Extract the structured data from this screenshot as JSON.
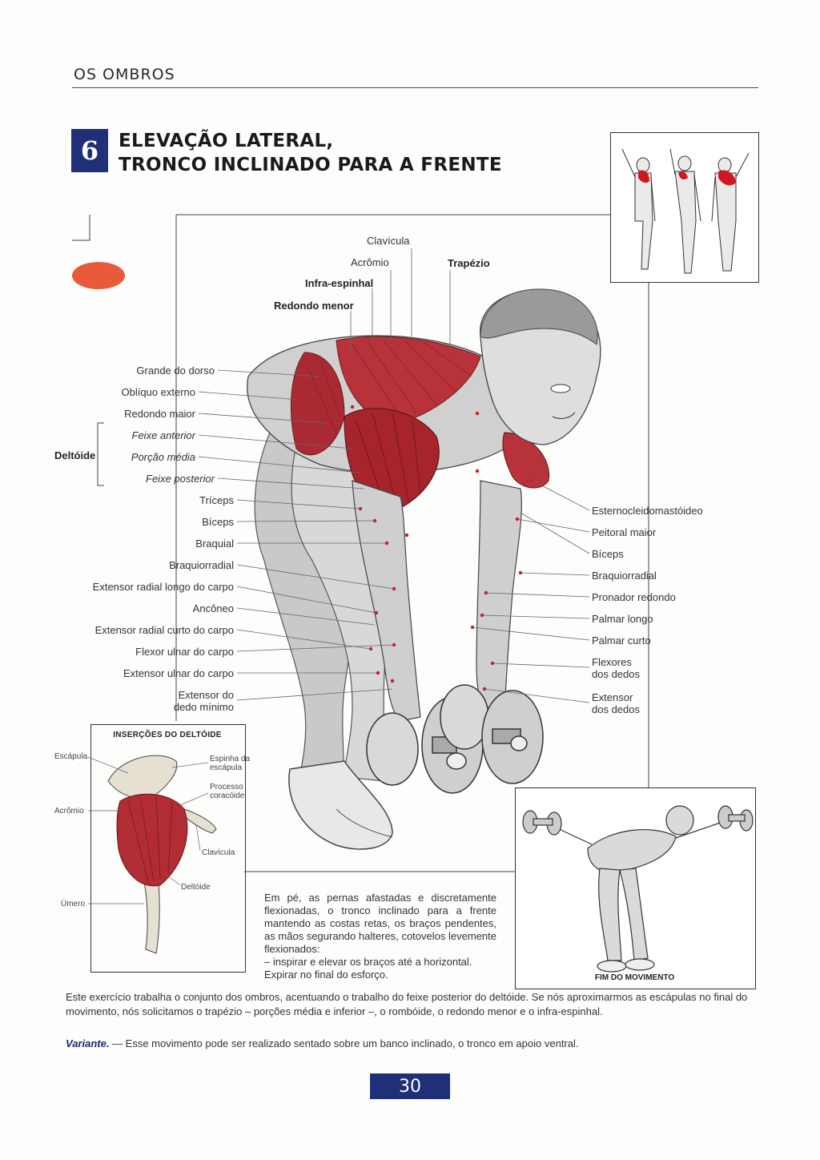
{
  "header": {
    "section_title": "OS OMBROS"
  },
  "exercise": {
    "number": "6",
    "title_line1": "ELEVAÇÃO LATERAL,",
    "title_line2": "TRONCO INCLINADO PARA A FRENTE"
  },
  "labels_left": {
    "grande_dorso": "Grande do dorso",
    "obliquo": "Oblíquo externo",
    "redondo_maior": "Redondo maior",
    "deltoide_group": "Deltóide",
    "feixe_anterior": "Feixe anterior",
    "porcao_media": "Porção média",
    "feixe_posterior": "Feixe posterior",
    "triceps": "Tríceps",
    "biceps": "Bíceps",
    "braquial": "Braquial",
    "braquiorradial": "Braquiorradial",
    "ext_radial_longo": "Extensor radial longo do carpo",
    "ancôneo": "Ancôneo",
    "ext_radial_curto": "Extensor radial curto do carpo",
    "flexor_ulnar": "Flexor ulnar do carpo",
    "ext_ulnar": "Extensor ulnar do carpo",
    "ext_dedo_minimo_1": "Extensor do",
    "ext_dedo_minimo_2": "dedo mínimo"
  },
  "labels_top": {
    "clavicula": "Clavícula",
    "acromio": "Acrômio",
    "trapezio": "Trapézio",
    "infra_espinhal": "Infra-espinhal",
    "redondo_menor": "Redondo menor"
  },
  "labels_right": {
    "esterno": "Esternocleidomastóideo",
    "peitoral": "Peitoral maior",
    "biceps": "Bíceps",
    "braquiorradial": "Braquiorradial",
    "pronador": "Pronador redondo",
    "palmar_longo": "Palmar longo",
    "palmar_curto": "Palmar curto",
    "flexores_1": "Flexores",
    "flexores_2": "dos dedos",
    "extensor_1": "Extensor",
    "extensor_2": "dos dedos"
  },
  "inset": {
    "title": "INSERÇÕES DO DELTÓIDE",
    "escapula": "Escápula",
    "espinha_1": "Espinha da",
    "espinha_2": "escápula",
    "processo_1": "Processo",
    "processo_2": "coracóide",
    "acromio": "Acrômio",
    "clavicula": "Clavícula",
    "deltoide": "Deltóide",
    "umero": "Úmero"
  },
  "end_movement": {
    "caption": "FIM DO MOVIMENTO"
  },
  "description": "Em pé, as pernas afastadas e discretamente flexionadas, o tronco inclinado para a frente mantendo as costas retas, os braços pendentes, as mãos segurando halteres, cotovelos levemente flexionados:",
  "instruction_1": "– inspirar e elevar os braços até a horizontal.",
  "instruction_2": "Expirar no final do esforço.",
  "body_text": "Este exercício trabalha o conjunto dos ombros, acentuando o trabalho do feixe posterior do deltóide. Se nós aproximarmos as escápulas no final do movimento, nós solicitamos o trapézio – porções média e inferior –, o rombóide, o redondo menor e o infra-espinhal.",
  "variant_label": "Variante.",
  "variant_text": " — Esse movimento pode ser realizado sentado sobre um banco inclinado, o tronco em apoio ventral.",
  "page_number": "30",
  "colors": {
    "accent_blue": "#1f2f78",
    "muscle_red": "#b8323a",
    "blob_orange": "#e85a3a"
  }
}
